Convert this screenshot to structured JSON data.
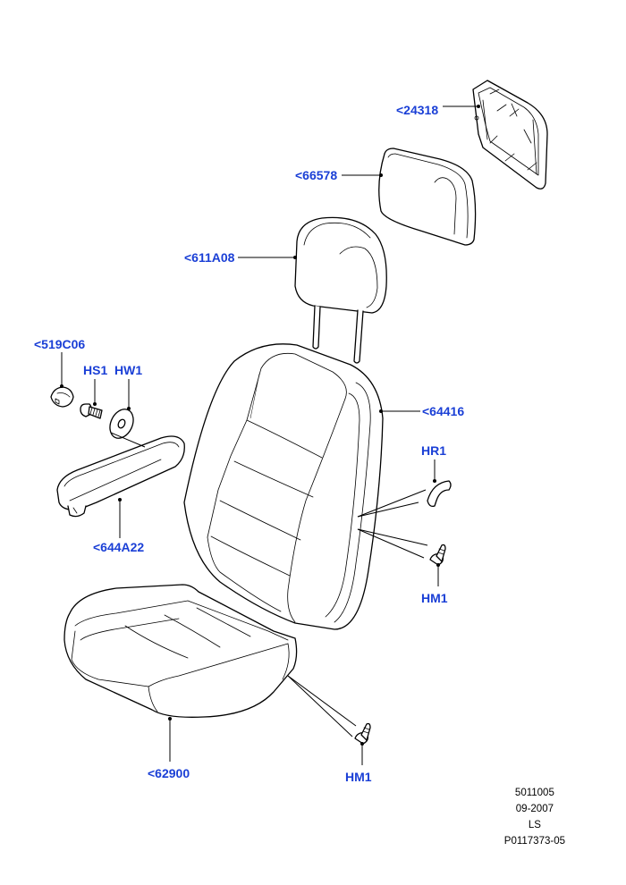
{
  "diagram": {
    "callouts": {
      "c24318": "<24318",
      "c66578": "<66578",
      "c611a08": "<611A08",
      "c519c06": "<519C06",
      "hs1": "HS1",
      "hw1": "HW1",
      "c64416": "<64416",
      "hr1": "HR1",
      "c644a22": "<644A22",
      "hm1_right": "HM1",
      "c62900": "<62900",
      "hm1_bottom": "HM1"
    },
    "metadata": {
      "line1": "5011005",
      "line2": "09-2007",
      "line3": "LS",
      "line4": "P0117373-05"
    }
  },
  "colors": {
    "callout_text": "#1a3fd6",
    "line_art": "#000000",
    "background": "#ffffff"
  }
}
